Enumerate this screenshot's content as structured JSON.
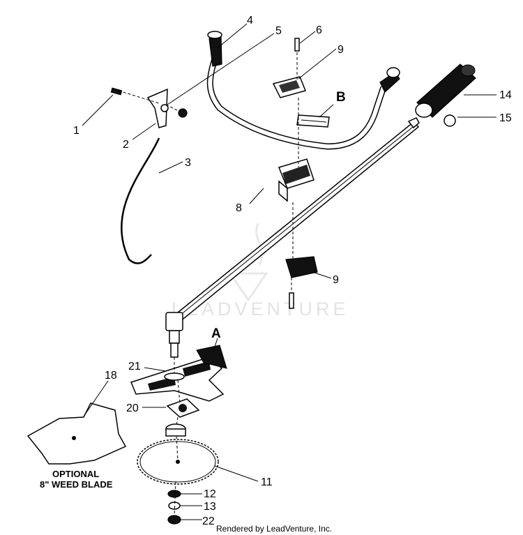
{
  "watermark": "LEADVENTURE",
  "footer": "Rendered by LeadVenture, Inc.",
  "callouts": [
    {
      "id": "1",
      "text": "1"
    },
    {
      "id": "2",
      "text": "2"
    },
    {
      "id": "3",
      "text": "3"
    },
    {
      "id": "4",
      "text": "4"
    },
    {
      "id": "5",
      "text": "5"
    },
    {
      "id": "6",
      "text": "6"
    },
    {
      "id": "9a",
      "text": "9"
    },
    {
      "id": "8",
      "text": "8"
    },
    {
      "id": "9b",
      "text": "9"
    },
    {
      "id": "14",
      "text": "14"
    },
    {
      "id": "15",
      "text": "15"
    },
    {
      "id": "21",
      "text": "21"
    },
    {
      "id": "20",
      "text": "20"
    },
    {
      "id": "18",
      "text": "18"
    },
    {
      "id": "11",
      "text": "11"
    },
    {
      "id": "12",
      "text": "12"
    },
    {
      "id": "13",
      "text": "13"
    },
    {
      "id": "22",
      "text": "22"
    }
  ],
  "markers": {
    "A": "A",
    "B": "B"
  },
  "optional_caption": {
    "line1": "OPTIONAL",
    "line2": "8\" WEED BLADE"
  }
}
